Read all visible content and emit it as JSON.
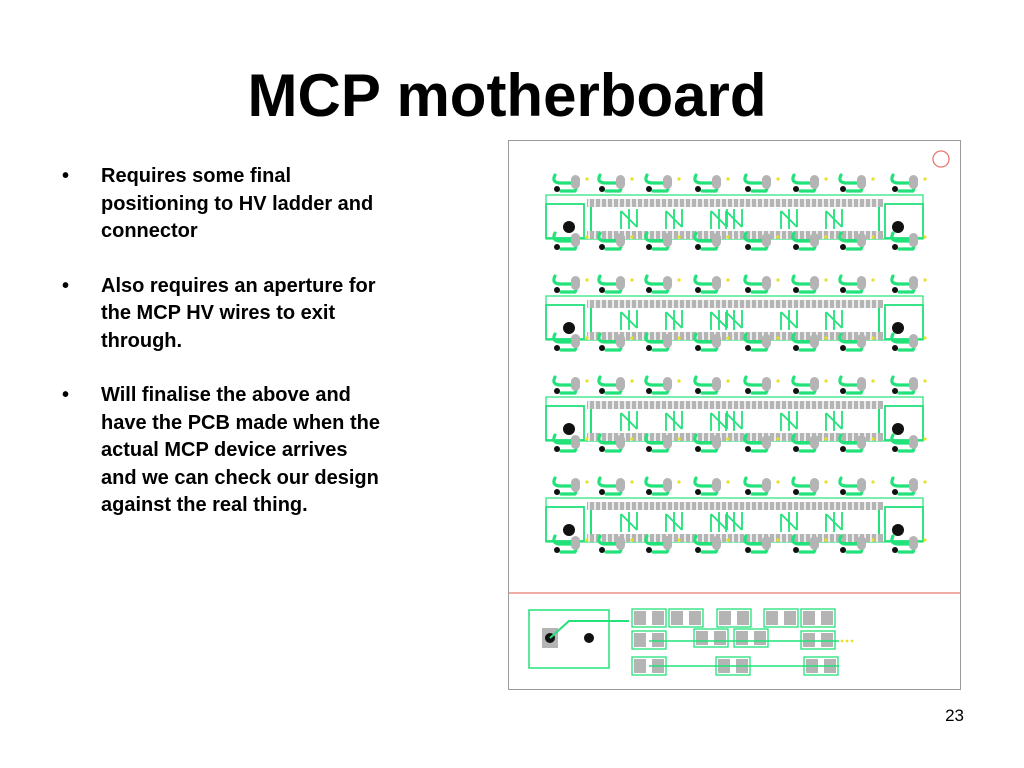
{
  "slide": {
    "title": "MCP motherboard",
    "page_number": "23"
  },
  "bullets": [
    {
      "text": "Requires some final positioning to HV ladder and connector"
    },
    {
      "text": "Also requires an aperture for the MCP HV wires to exit through."
    },
    {
      "text": "Will finalise the above and have the PCB made when the actual MCP device arrives and we can check our design against the real thing."
    }
  ],
  "bullet_marker": "•",
  "figure": {
    "trace_color": "#22e27a",
    "pad_color": "#b4b4b4",
    "hole_color": "#111111",
    "divider_color": "#e7796f",
    "marker_color": "#e8e020",
    "band_count": 4
  }
}
